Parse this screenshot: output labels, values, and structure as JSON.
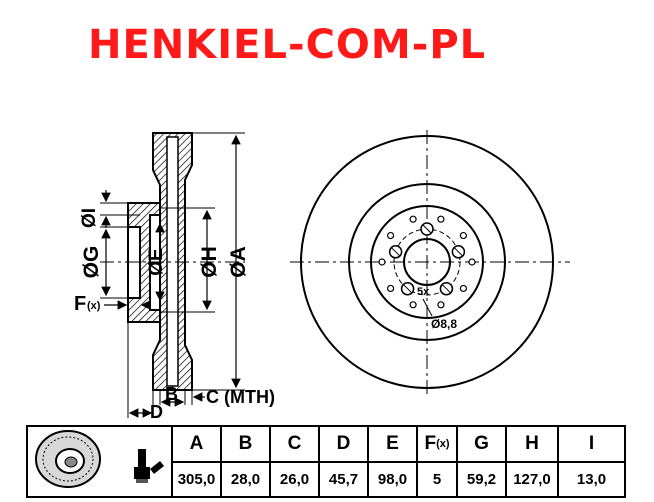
{
  "brand": {
    "text": "HENKIEL-COM-PL",
    "color": "#ff1a1a"
  },
  "side_view_labels": {
    "dia_i": "ØI",
    "dia_g": "ØG",
    "dia_e": "ØE",
    "dia_h": "ØH",
    "dia_a": "ØA",
    "f": "F",
    "f_sub": "(x)",
    "b": "B",
    "c": "C (MTH)",
    "d": "D"
  },
  "front_view_labels": {
    "bolts": "5x",
    "hole_dia": "Ø8,8"
  },
  "spec_table": {
    "headers": [
      "A",
      "B",
      "C",
      "D",
      "E",
      "F",
      "G",
      "H",
      "I"
    ],
    "f_header_sub": "(x)",
    "values": [
      "305,0",
      "28,0",
      "26,0",
      "45,7",
      "98,0",
      "5",
      "59,2",
      "127,0",
      "13,0"
    ]
  },
  "icons": [
    "brake-disc-thumbnail-icon",
    "thickness-gauge-icon"
  ]
}
